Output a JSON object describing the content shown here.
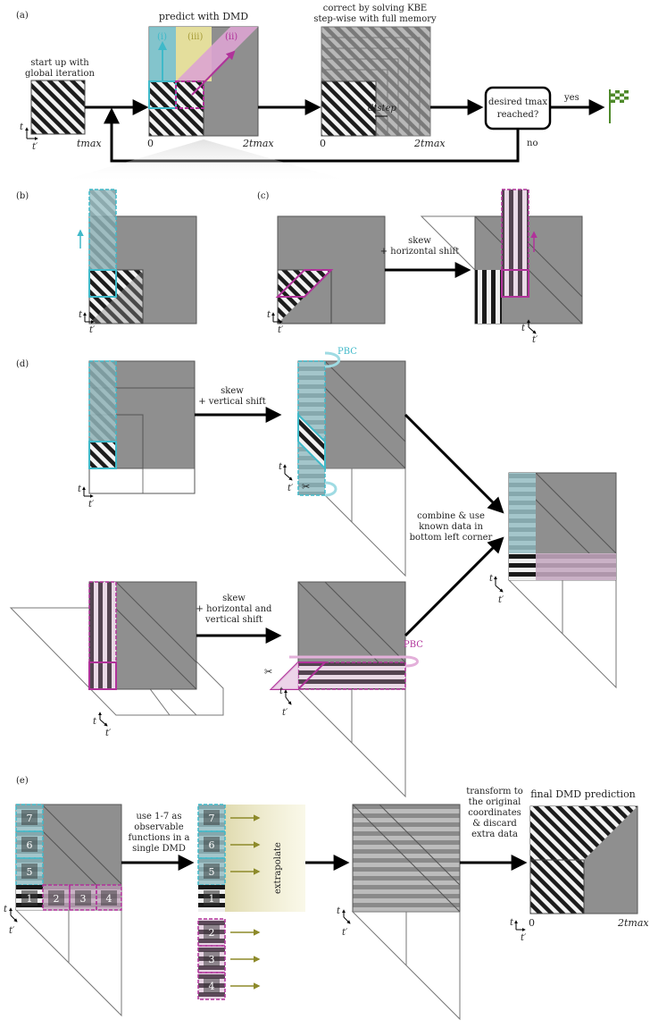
{
  "panels": {
    "a": "(a)",
    "b": "(b)",
    "c": "(c)",
    "d": "(d)",
    "e": "(e)"
  },
  "panel_a": {
    "startup_line1": "start up with",
    "startup_line2": "global iteration",
    "tmax": "tmax",
    "zero": "0",
    "two_tmax": "2tmax",
    "predict_title": "predict with DMD",
    "region_i": "(i)",
    "region_iii": "(iii)",
    "region_ii": "(ii)",
    "correct_line1": "correct by solving KBE",
    "correct_line2": "step-wise with full memory",
    "dt_step": "dtstep",
    "decision_line1": "desired tmax",
    "decision_line2": "reached?",
    "yes": "yes",
    "no": "no"
  },
  "panel_c": {
    "skew": "skew",
    "shift": "+ horizontal shift"
  },
  "panel_d": {
    "skew_top": "skew",
    "shift_top": "+ vertical shift",
    "pbc": "PBC",
    "combine1": "combine & use",
    "combine2": "known data in",
    "combine3": "bottom left corner",
    "skew_bottom": "skew",
    "shift_bottom1": "+ horizontal and",
    "shift_bottom2": "vertical shift",
    "pbc_bottom": "PBC"
  },
  "panel_e": {
    "use_line1": "use 1-7 as",
    "use_line2": "observable",
    "use_line3": "functions in a",
    "use_line4": "single DMD",
    "extrapolate": "extrapolate",
    "transform1": "transform to",
    "transform2": "the original",
    "transform3": "coordinates",
    "transform4": "& discard",
    "transform5": "extra data",
    "final_title": "final DMD prediction",
    "zero": "0",
    "two_tmax": "2tmax",
    "blocks_left": [
      "7",
      "6",
      "5",
      "1",
      "2",
      "3",
      "4"
    ],
    "blocks_mid": [
      "7",
      "6",
      "5",
      "1",
      "2",
      "3",
      "4"
    ]
  },
  "axes": {
    "t": "t",
    "tprime": "t′"
  },
  "colors": {
    "cyan": "#3fb9c9",
    "magenta": "#b0329a",
    "gray": "#a0a0a0",
    "olive": "#8d8a2a",
    "green": "#4f8a2b"
  }
}
